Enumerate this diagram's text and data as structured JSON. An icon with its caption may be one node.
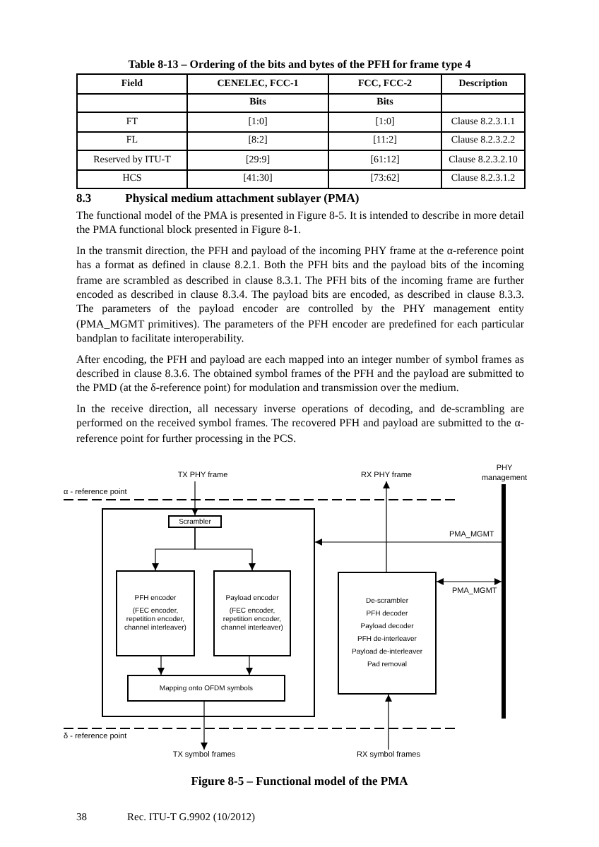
{
  "diagram": {
    "caption": "Figure 8-5 – Functional model of the PMA",
    "nodes": [
      {
        "text": [
          "TX PHY frame"
        ]
      },
      {
        "text": [
          "RX PHY frame"
        ]
      },
      {
        "text": [],
        "shape": "bar",
        "beside": [
          "PHY management"
        ]
      },
      {
        "text": [],
        "shape": "box"
      },
      {
        "text": [
          "Scrambler"
        ],
        "in": 3
      },
      {
        "text": [
          "PFH encoder",
          "(FEC encoder, repetition encoder, channel interleaver)"
        ],
        "in": 3
      },
      {
        "text": [
          "Payload encoder",
          "(FEC encoder, repetition encoder, channel interleaver)"
        ],
        "in": 3
      },
      {
        "text": [
          "Mapping onto OFDM symbols"
        ],
        "in": 3
      },
      {
        "text": [
          "De-scrambler",
          "PFH decoder",
          "Payload decoder",
          "PFH de-interleaver",
          "Payload de-interleaver",
          "Pad removal"
        ]
      },
      {
        "text": [
          "TX symbol frames"
        ]
      },
      {
        "text": [
          "RX symbol frames"
        ]
      }
    ],
    "edges": [
      {
        "from": 0,
        "to": 4,
        "arrow": "to"
      },
      {
        "from": 4,
        "to": 5,
        "arrow": "to"
      },
      {
        "from": 4,
        "to": 6,
        "arrow": "to"
      },
      {
        "from": 5,
        "to": 7,
        "arrow": "to"
      },
      {
        "from": 6,
        "to": 7,
        "arrow": "to"
      },
      {
        "from": 7,
        "to": 9,
        "arrow": "to"
      },
      {
        "from": 8,
        "to": 1,
        "arrow": "to"
      },
      {
        "from": 10,
        "to": 8,
        "arrow": "to"
      },
      {
        "from": 2,
        "to": 3,
        "arrow": "to",
        "label": "PMA_MGMT"
      },
      {
        "from": 2,
        "to": 8,
        "arrow": "both",
        "label": "PMA_MGMT"
      }
    ],
    "labels": [
      "Table 8-13 – Ordering of the bits and bytes of the PFH for frame type 4",
      "Field",
      "CENELEC, FCC-1",
      "FCC, FCC-2",
      "Description",
      "Bits",
      "Bits",
      "FT",
      "[1:0]",
      "[1:0]",
      "Clause 8.2.3.1.1",
      "FL",
      "[8:2]",
      "[11:2]",
      "Clause 8.2.3.2.2",
      "Reserved by ITU-T",
      "[29:9]",
      "[61:12]",
      "Clause 8.2.3.2.10",
      "HCS",
      "[41:30]",
      "[73:62]",
      "Clause 8.2.3.1.2",
      "8.3",
      "Physical medium attachment sublayer (PMA)",
      "The functional model of the PMA is presented in Figure 8-5. It is intended to describe in more detail the PMA functional block presented in Figure 8-1.",
      "In the transmit direction, the PFH and payload of the incoming PHY frame at the α-reference point has a format as defined in clause 8.2.1. Both the PFH bits and the payload bits of the incoming frame are scrambled as described in clause 8.3.1. The PFH bits of the incoming frame are further encoded as described in clause 8.3.4. The payload bits are encoded, as described in clause 8.3.3. The parameters of the payload encoder are controlled by the PHY management entity (PMA_MGMT primitives). The parameters of the PFH encoder are predefined for each particular bandplan to facilitate interoperability.",
      "After encoding, the PFH and payload are each mapped into an integer number of symbol frames as described in clause 8.3.6. The obtained symbol frames of the PFH and the payload are submitted to the PMD (at the δ-reference point) for modulation and transmission over the medium.",
      "In the receive direction, all necessary inverse operations of decoding, and de-scrambling are performed on the received symbol frames. The recovered PFH and payload are submitted to the α-reference point for further processing in the PCS.",
      "α - reference point",
      "δ - reference point",
      "38",
      "Rec. ITU-T G.9902 (10/2012)"
    ]
  }
}
